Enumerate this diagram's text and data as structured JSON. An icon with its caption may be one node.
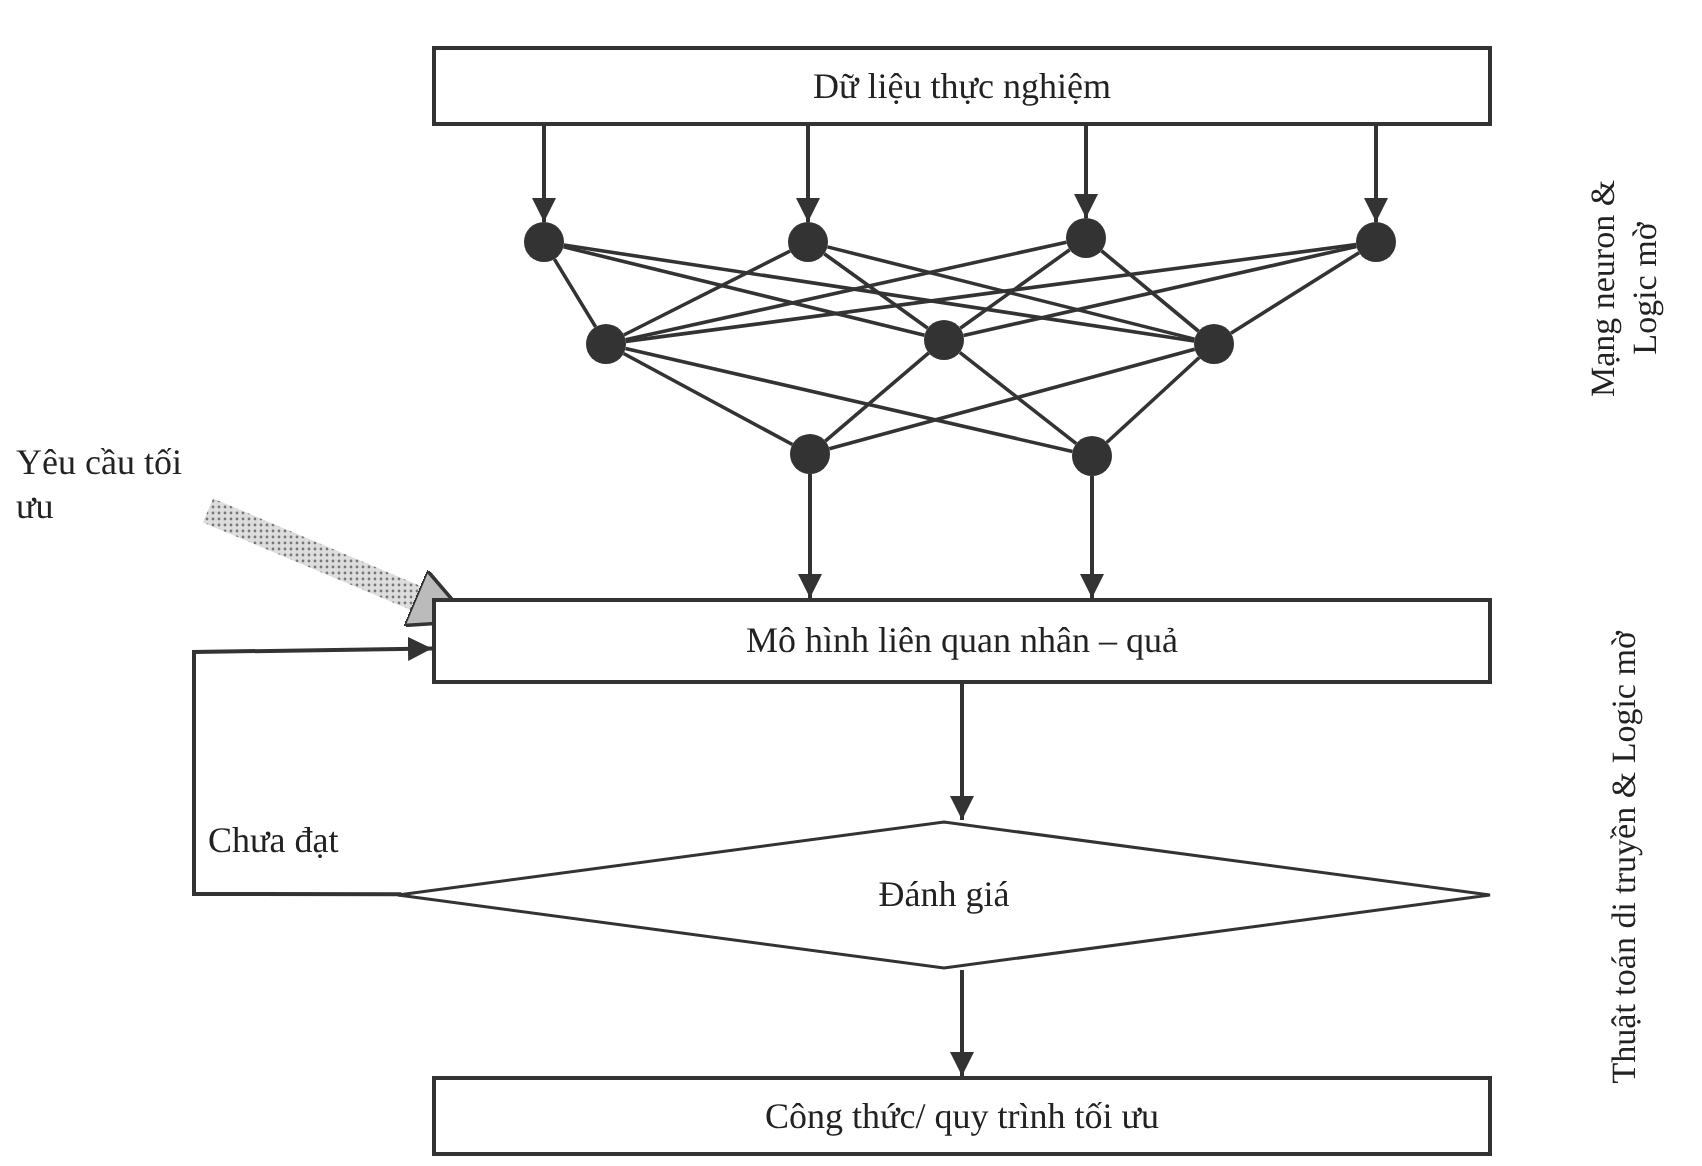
{
  "diagram": {
    "nodes": [
      {
        "text": [
          "Dữ liệu thực nghiệm"
        ]
      },
      {
        "text": [],
        "shape": "circle"
      },
      {
        "text": [],
        "shape": "circle"
      },
      {
        "text": [],
        "shape": "circle"
      },
      {
        "text": [],
        "shape": "circle"
      },
      {
        "text": [],
        "shape": "circle"
      },
      {
        "text": [],
        "shape": "circle"
      },
      {
        "text": [],
        "shape": "circle"
      },
      {
        "text": [],
        "shape": "circle"
      },
      {
        "text": [],
        "shape": "circle"
      },
      {
        "text": [
          "Yêu cầu tối ưu"
        ]
      },
      {
        "text": [
          "Mô hình liên quan nhân – quả"
        ]
      },
      {
        "text": [
          "Đánh giá"
        ]
      },
      {
        "text": [
          "Công thức/ quy trình tối ưu"
        ]
      }
    ],
    "edges": [
      {
        "from": 0,
        "to": 1,
        "arrow": "to"
      },
      {
        "from": 0,
        "to": 2,
        "arrow": "to"
      },
      {
        "from": 0,
        "to": 3,
        "arrow": "to"
      },
      {
        "from": 0,
        "to": 4,
        "arrow": "to"
      },
      {
        "from": 1,
        "to": 5,
        "arrow": "none"
      },
      {
        "from": 1,
        "to": 6,
        "arrow": "none"
      },
      {
        "from": 1,
        "to": 7,
        "arrow": "none"
      },
      {
        "from": 2,
        "to": 5,
        "arrow": "none"
      },
      {
        "from": 2,
        "to": 6,
        "arrow": "none"
      },
      {
        "from": 2,
        "to": 7,
        "arrow": "none"
      },
      {
        "from": 3,
        "to": 5,
        "arrow": "none"
      },
      {
        "from": 3,
        "to": 6,
        "arrow": "none"
      },
      {
        "from": 3,
        "to": 7,
        "arrow": "none"
      },
      {
        "from": 4,
        "to": 5,
        "arrow": "none"
      },
      {
        "from": 4,
        "to": 6,
        "arrow": "none"
      },
      {
        "from": 4,
        "to": 7,
        "arrow": "none"
      },
      {
        "from": 5,
        "to": 8,
        "arrow": "none"
      },
      {
        "from": 5,
        "to": 9,
        "arrow": "none"
      },
      {
        "from": 6,
        "to": 8,
        "arrow": "none"
      },
      {
        "from": 6,
        "to": 9,
        "arrow": "none"
      },
      {
        "from": 7,
        "to": 8,
        "arrow": "none"
      },
      {
        "from": 7,
        "to": 9,
        "arrow": "none"
      },
      {
        "from": 8,
        "to": 11,
        "arrow": "to"
      },
      {
        "from": 9,
        "to": 11,
        "arrow": "to"
      },
      {
        "from": 10,
        "to": 11,
        "arrow": "to",
        "style": "thick"
      },
      {
        "from": 11,
        "to": 12,
        "arrow": "to"
      },
      {
        "from": 12,
        "to": 13,
        "arrow": "to"
      },
      {
        "from": 12,
        "to": 11,
        "arrow": "to",
        "label": "Chưa đạt"
      }
    ],
    "labels": [
      "Mạng neuron & Logic mờ",
      "Thuật toán di truyền & Logic mờ"
    ]
  }
}
